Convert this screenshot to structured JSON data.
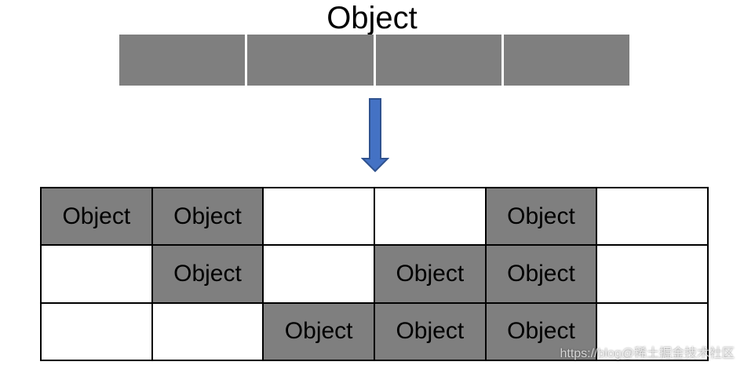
{
  "top": {
    "title": "Object",
    "segment_color": "#7f7f7f",
    "segment_count": 4
  },
  "arrow": {
    "direction": "down",
    "color": "#4472c4"
  },
  "grid": {
    "filled_color": "#7f7f7f",
    "empty_color": "#ffffff",
    "rows": [
      [
        "Object",
        "Object",
        "",
        "",
        "Object",
        ""
      ],
      [
        "",
        "Object",
        "",
        "Object",
        "Object",
        ""
      ],
      [
        "",
        "",
        "Object",
        "Object",
        "Object",
        ""
      ]
    ]
  },
  "watermark": {
    "text": "https://blog@稀土掘金技术社区"
  }
}
